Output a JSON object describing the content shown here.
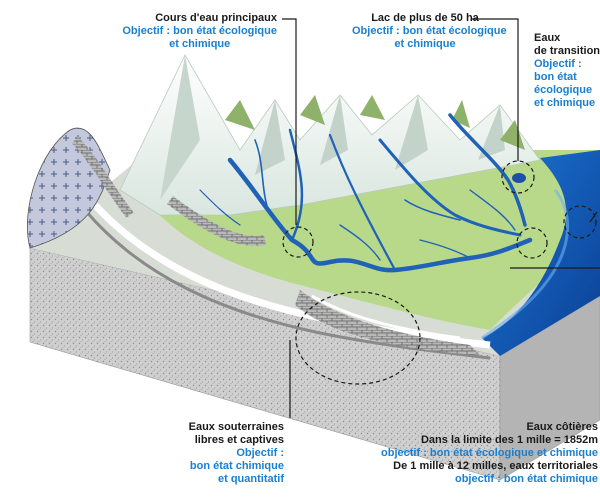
{
  "labels": {
    "cours": {
      "title": "Cours d'eau principaux",
      "objective": "Objectif : bon état écologique",
      "objective2": "et chimique"
    },
    "lac": {
      "title": "Lac de plus de 50 ha",
      "objective": "Objectif : bon état écologique",
      "objective2": "et chimique"
    },
    "transition": {
      "title1": "Eaux",
      "title2": "de transition",
      "obj1": "Objectif :",
      "obj2": "bon état",
      "obj3": "écologique",
      "obj4": "et chimique"
    },
    "souterraines": {
      "title1": "Eaux souterraines",
      "title2": "libres et captives",
      "obj1": "Objectif :",
      "obj2": "bon état chimique",
      "obj3": "et quantitatif"
    },
    "cotieres": {
      "title": "Eaux côtières",
      "line1": "Dans la limite des 1 mille = 1852m",
      "line2": "objectif : bon état écologique et chimique",
      "line3": "De 1 mille à 12 milles, eaux territoriales",
      "line4": "objectif : bon état chimique"
    }
  },
  "colors": {
    "text": "#1a1a1a",
    "accent": "#1a7fd0",
    "river": "#1f62b8",
    "sea": "#1560c2",
    "land": "#b8d98a",
    "mountain": "#a9c9a6",
    "rock": "#c9c9c9"
  }
}
